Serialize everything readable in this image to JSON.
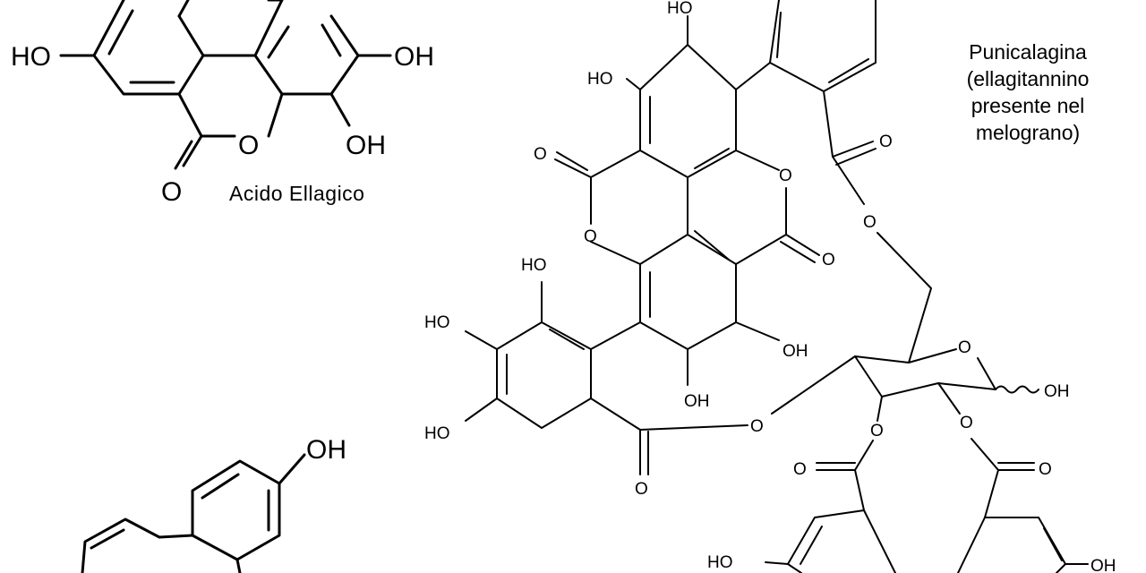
{
  "molecules": {
    "ellagic_acid": {
      "name": "Acido Ellagico",
      "atoms": {
        "ho_left": "HO",
        "oh_right": "OH",
        "oh_bottom": "OH",
        "ring_o": "O",
        "carbonyl_o": "O"
      }
    },
    "punicalagin": {
      "name_line1": "Punicalagina",
      "name_line2": "(ellagitannino",
      "name_line3": "presente nel",
      "name_line4": "melograno)",
      "atoms": {
        "ho_top": "HO",
        "ho_upper": "HO",
        "o_carbonyl_left": "O",
        "o_lactone_left": "O",
        "o_lactone_right": "O",
        "o_carbonyl_right": "O",
        "o_carbonyl_upper_right": "O",
        "o_ester_upper": "O",
        "ho_mid1": "HO",
        "ho_mid2": "HO",
        "ho_mid3": "HO",
        "oh_mid": "OH",
        "oh_low": "OH",
        "o_ester_mid": "O",
        "o_carbonyl_low": "O",
        "o_ring_sugar": "O",
        "oh_anomeric": "OH",
        "o_ester_left": "O",
        "o_ester_right": "O",
        "o_carbonyl_bl": "O",
        "o_carbonyl_br": "O",
        "ho_bottom": "HO",
        "oh_bottom": "OH"
      }
    },
    "third_molecule": {
      "atoms": {
        "oh_top": "OH"
      }
    }
  }
}
